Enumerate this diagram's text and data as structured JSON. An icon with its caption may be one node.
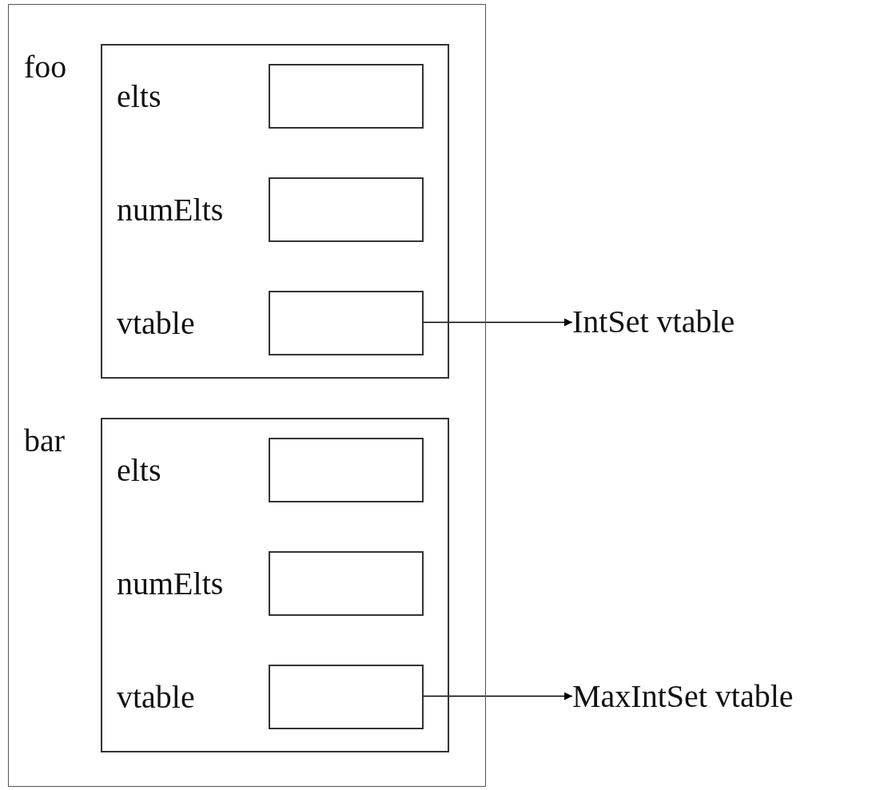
{
  "diagram": {
    "nodes": [
      {
        "text": [],
        "shape": "box"
      },
      {
        "text": [
          "foo"
        ],
        "in": 0
      },
      {
        "text": [],
        "shape": "box",
        "in": 1,
        "beside": [
          "elts"
        ]
      },
      {
        "text": [],
        "shape": "box",
        "in": 1,
        "beside": [
          "numElts"
        ]
      },
      {
        "text": [],
        "shape": "box",
        "in": 1,
        "beside": [
          "vtable"
        ]
      },
      {
        "text": [
          "bar"
        ],
        "in": 0
      },
      {
        "text": [],
        "shape": "box",
        "in": 5,
        "beside": [
          "elts"
        ]
      },
      {
        "text": [],
        "shape": "box",
        "in": 5,
        "beside": [
          "numElts"
        ]
      },
      {
        "text": [],
        "shape": "box",
        "in": 5,
        "beside": [
          "vtable"
        ]
      },
      {
        "text": [
          "IntSet vtable"
        ]
      },
      {
        "text": [
          "MaxIntSet vtable"
        ]
      }
    ],
    "edges": [
      {
        "from": 4,
        "to": 9,
        "arrow": "to"
      },
      {
        "from": 8,
        "to": 10,
        "arrow": "to"
      }
    ]
  }
}
